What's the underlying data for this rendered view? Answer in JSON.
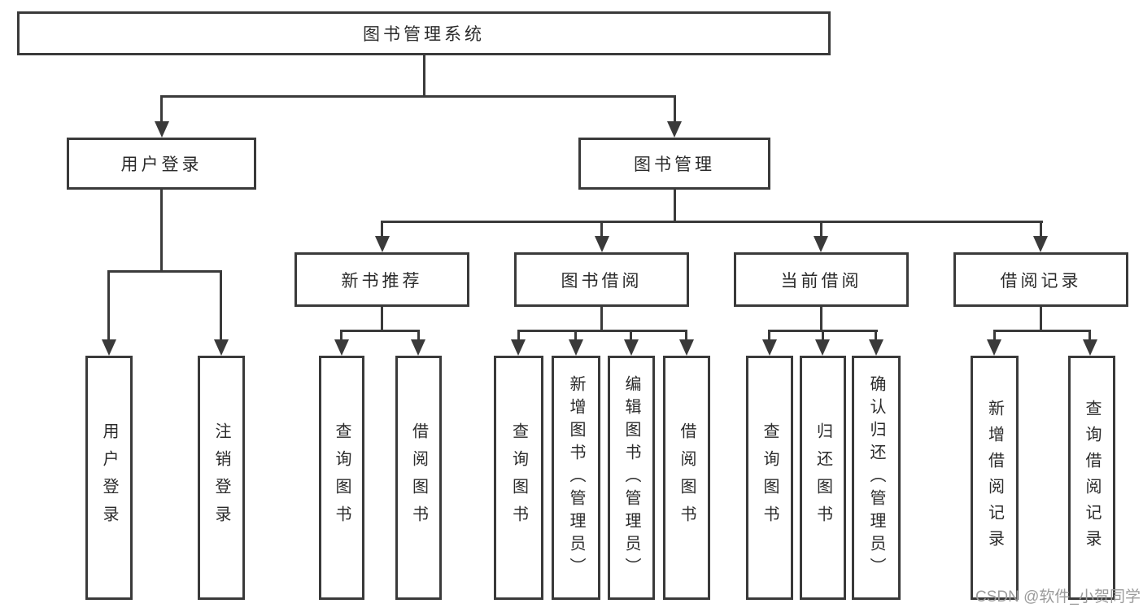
{
  "diagram": {
    "root": "图书管理系统",
    "level2": {
      "user_login": "用户登录",
      "book_management": "图书管理"
    },
    "user_children": [
      "用户登录",
      "注销登录"
    ],
    "sections": [
      "新书推荐",
      "图书借阅",
      "当前借阅",
      "借阅记录"
    ],
    "new_book_children": [
      "查询图书",
      "借阅图书"
    ],
    "borrow_children": [
      "查询图书",
      "新增图书（管理员）",
      "编辑图书（管理员）",
      "借阅图书"
    ],
    "current_children": [
      "查询图书",
      "归还图书",
      "确认归还（管理员）"
    ],
    "record_children": [
      "新增借阅记录",
      "查询借阅记录"
    ]
  },
  "colors": {
    "line": "#3a3a3a",
    "text": "#2b2b2b",
    "watermark": "#9b9b9b"
  },
  "watermark": {
    "text": "CSDN @软件_小贺同学"
  }
}
